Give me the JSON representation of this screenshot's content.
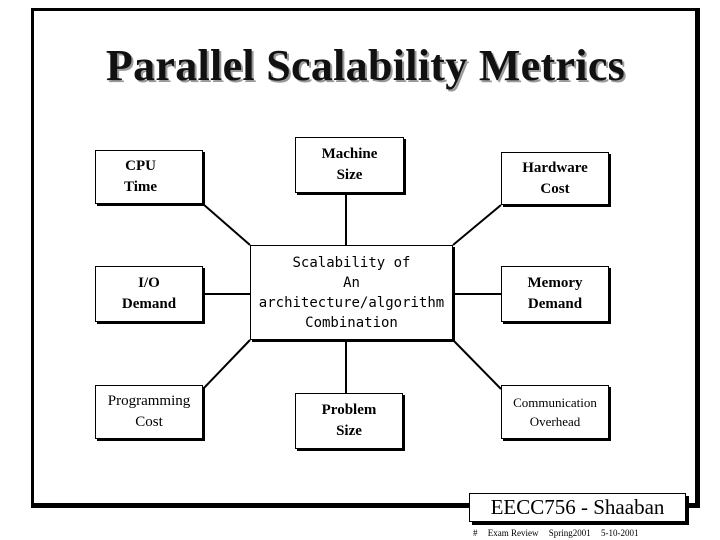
{
  "slide": {
    "title": "Parallel Scalability Metrics",
    "badge": "EECC756 - Shaaban",
    "footer": {
      "number": "#",
      "course": "Exam Review",
      "term": "Spring2001",
      "date": "5-10-2001"
    }
  },
  "diagram": {
    "center": "Scalability of\nAn architecture/algorithm\nCombination",
    "nodes": {
      "cpu_time": "CPU\nTime",
      "machine_size": "Machine\nSize",
      "hardware_cost": "Hardware\nCost",
      "io_demand": "I/O\nDemand",
      "memory_demand": "Memory\nDemand",
      "programming_cost": "Programming\nCost",
      "problem_size": "Problem\nSize",
      "communication_overhead": "Communication\nOverhead"
    }
  }
}
